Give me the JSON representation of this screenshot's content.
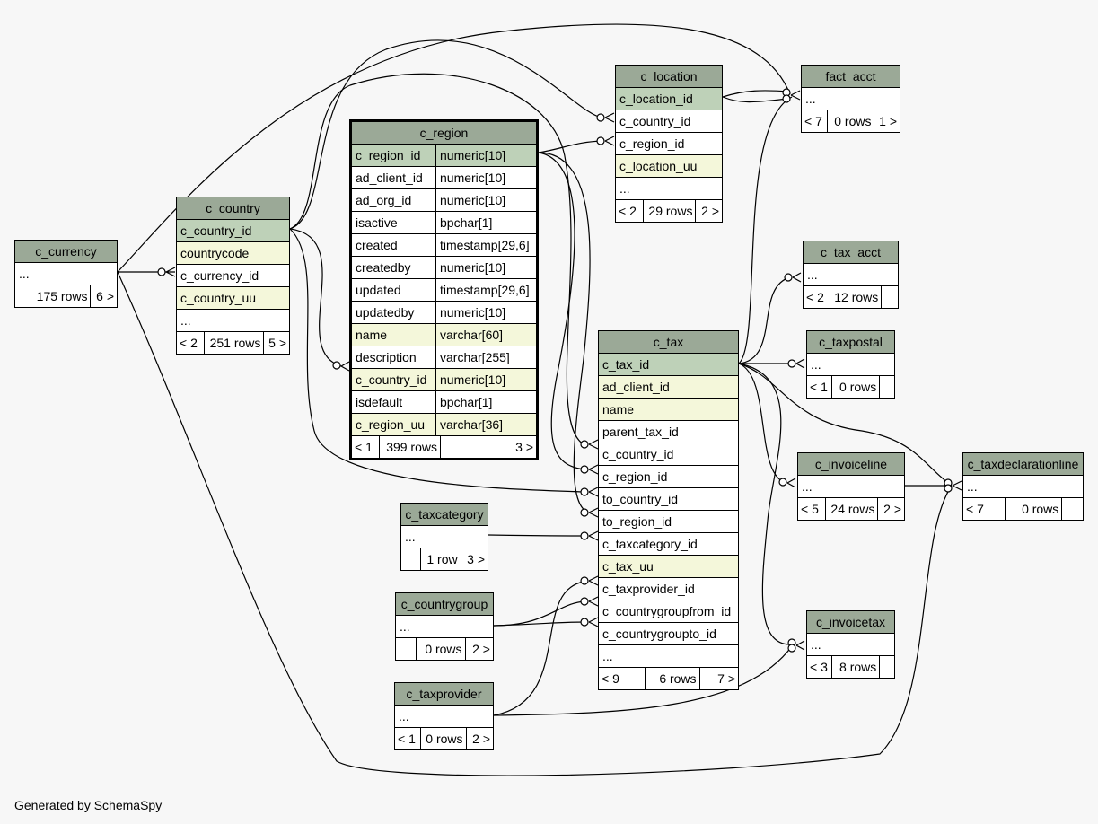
{
  "footer": "Generated by SchemaSpy",
  "colors": {
    "header": "#9ba997",
    "pk": "#bed1b8",
    "indexed": "#f4f7da",
    "background": "#f7f7f7"
  },
  "tables": {
    "c_currency": {
      "name": "c_currency",
      "rows": [
        {
          "name": "...",
          "kind": ""
        }
      ],
      "foot": [
        "",
        "175 rows",
        "6 >"
      ]
    },
    "c_country": {
      "name": "c_country",
      "rows": [
        {
          "name": "c_country_id",
          "kind": "pk"
        },
        {
          "name": "countrycode",
          "kind": "idx"
        },
        {
          "name": "c_currency_id",
          "kind": ""
        },
        {
          "name": "c_country_uu",
          "kind": "idx"
        },
        {
          "name": "...",
          "kind": ""
        }
      ],
      "foot": [
        "< 2",
        "251 rows",
        "5 >"
      ]
    },
    "c_region": {
      "name": "c_region",
      "rows": [
        {
          "name": "c_region_id",
          "type": "numeric[10]",
          "kind": "pk"
        },
        {
          "name": "ad_client_id",
          "type": "numeric[10]",
          "kind": ""
        },
        {
          "name": "ad_org_id",
          "type": "numeric[10]",
          "kind": ""
        },
        {
          "name": "isactive",
          "type": "bpchar[1]",
          "kind": ""
        },
        {
          "name": "created",
          "type": "timestamp[29,6]",
          "kind": ""
        },
        {
          "name": "createdby",
          "type": "numeric[10]",
          "kind": ""
        },
        {
          "name": "updated",
          "type": "timestamp[29,6]",
          "kind": ""
        },
        {
          "name": "updatedby",
          "type": "numeric[10]",
          "kind": ""
        },
        {
          "name": "name",
          "type": "varchar[60]",
          "kind": "idx"
        },
        {
          "name": "description",
          "type": "varchar[255]",
          "kind": ""
        },
        {
          "name": "c_country_id",
          "type": "numeric[10]",
          "kind": "idx"
        },
        {
          "name": "isdefault",
          "type": "bpchar[1]",
          "kind": ""
        },
        {
          "name": "c_region_uu",
          "type": "varchar[36]",
          "kind": "idx"
        }
      ],
      "foot": [
        "< 1",
        "399 rows",
        "3 >"
      ]
    },
    "c_location": {
      "name": "c_location",
      "rows": [
        {
          "name": "c_location_id",
          "kind": "pk"
        },
        {
          "name": "c_country_id",
          "kind": ""
        },
        {
          "name": "c_region_id",
          "kind": ""
        },
        {
          "name": "c_location_uu",
          "kind": "idx"
        },
        {
          "name": "...",
          "kind": ""
        }
      ],
      "foot": [
        "< 2",
        "29 rows",
        "2 >"
      ]
    },
    "fact_acct": {
      "name": "fact_acct",
      "rows": [
        {
          "name": "...",
          "kind": ""
        }
      ],
      "foot": [
        "< 7",
        "0 rows",
        "1 >"
      ]
    },
    "c_tax_acct": {
      "name": "c_tax_acct",
      "rows": [
        {
          "name": "...",
          "kind": ""
        }
      ],
      "foot": [
        "< 2",
        "12 rows",
        ""
      ]
    },
    "c_taxpostal": {
      "name": "c_taxpostal",
      "rows": [
        {
          "name": "...",
          "kind": ""
        }
      ],
      "foot": [
        "< 1",
        "0 rows",
        ""
      ]
    },
    "c_tax": {
      "name": "c_tax",
      "rows": [
        {
          "name": "c_tax_id",
          "kind": "pk"
        },
        {
          "name": "ad_client_id",
          "kind": "idx"
        },
        {
          "name": "name",
          "kind": "idx"
        },
        {
          "name": "parent_tax_id",
          "kind": ""
        },
        {
          "name": "c_country_id",
          "kind": ""
        },
        {
          "name": "c_region_id",
          "kind": ""
        },
        {
          "name": "to_country_id",
          "kind": ""
        },
        {
          "name": "to_region_id",
          "kind": ""
        },
        {
          "name": "c_taxcategory_id",
          "kind": ""
        },
        {
          "name": "c_tax_uu",
          "kind": "idx"
        },
        {
          "name": "c_taxprovider_id",
          "kind": ""
        },
        {
          "name": "c_countrygroupfrom_id",
          "kind": ""
        },
        {
          "name": "c_countrygroupto_id",
          "kind": ""
        },
        {
          "name": "...",
          "kind": ""
        }
      ],
      "foot": [
        "< 9",
        "6 rows",
        "7 >"
      ]
    },
    "c_invoiceline": {
      "name": "c_invoiceline",
      "rows": [
        {
          "name": "...",
          "kind": ""
        }
      ],
      "foot": [
        "< 5",
        "24 rows",
        "2 >"
      ]
    },
    "c_taxdeclarationline": {
      "name": "c_taxdeclarationline",
      "rows": [
        {
          "name": "...",
          "kind": ""
        }
      ],
      "foot": [
        "< 7",
        "0 rows",
        ""
      ]
    },
    "c_taxcategory": {
      "name": "c_taxcategory",
      "rows": [
        {
          "name": "...",
          "kind": ""
        }
      ],
      "foot": [
        "",
        "1 row",
        "3 >"
      ]
    },
    "c_countrygroup": {
      "name": "c_countrygroup",
      "rows": [
        {
          "name": "...",
          "kind": ""
        }
      ],
      "foot": [
        "",
        "0 rows",
        "2 >"
      ]
    },
    "c_taxprovider": {
      "name": "c_taxprovider",
      "rows": [
        {
          "name": "...",
          "kind": ""
        }
      ],
      "foot": [
        "< 1",
        "0 rows",
        "2 >"
      ]
    },
    "c_invoicetax": {
      "name": "c_invoicetax",
      "rows": [
        {
          "name": "...",
          "kind": ""
        }
      ],
      "foot": [
        "< 3",
        "8 rows",
        ""
      ]
    }
  }
}
